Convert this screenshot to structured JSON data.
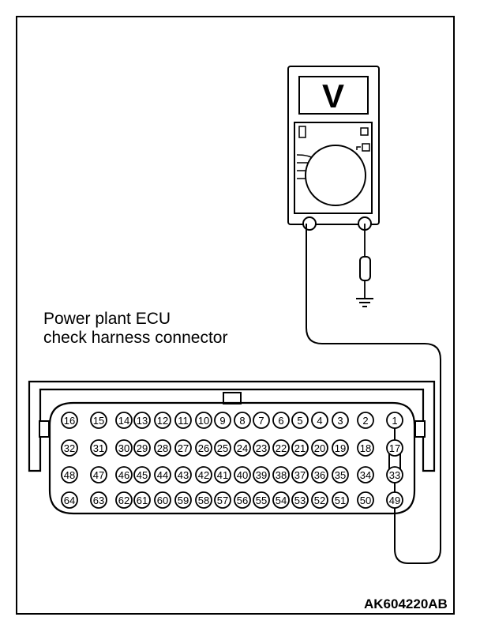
{
  "diagram": {
    "title_line1": "Power plant ECU",
    "title_line2": "check harness connector",
    "figure_code": "AK604220AB",
    "meter_display": "V",
    "connector_rows": [
      [
        "16",
        "15",
        "14",
        "13",
        "12",
        "11",
        "10",
        "9",
        "8",
        "7",
        "6",
        "5",
        "4",
        "3",
        "2",
        "1"
      ],
      [
        "32",
        "31",
        "30",
        "29",
        "28",
        "27",
        "26",
        "25",
        "24",
        "23",
        "22",
        "21",
        "20",
        "19",
        "18",
        "17"
      ],
      [
        "48",
        "47",
        "46",
        "45",
        "44",
        "43",
        "42",
        "41",
        "40",
        "39",
        "38",
        "37",
        "36",
        "35",
        "34",
        "33"
      ],
      [
        "64",
        "63",
        "62",
        "61",
        "60",
        "59",
        "58",
        "57",
        "56",
        "55",
        "54",
        "53",
        "52",
        "51",
        "50",
        "49"
      ]
    ]
  }
}
